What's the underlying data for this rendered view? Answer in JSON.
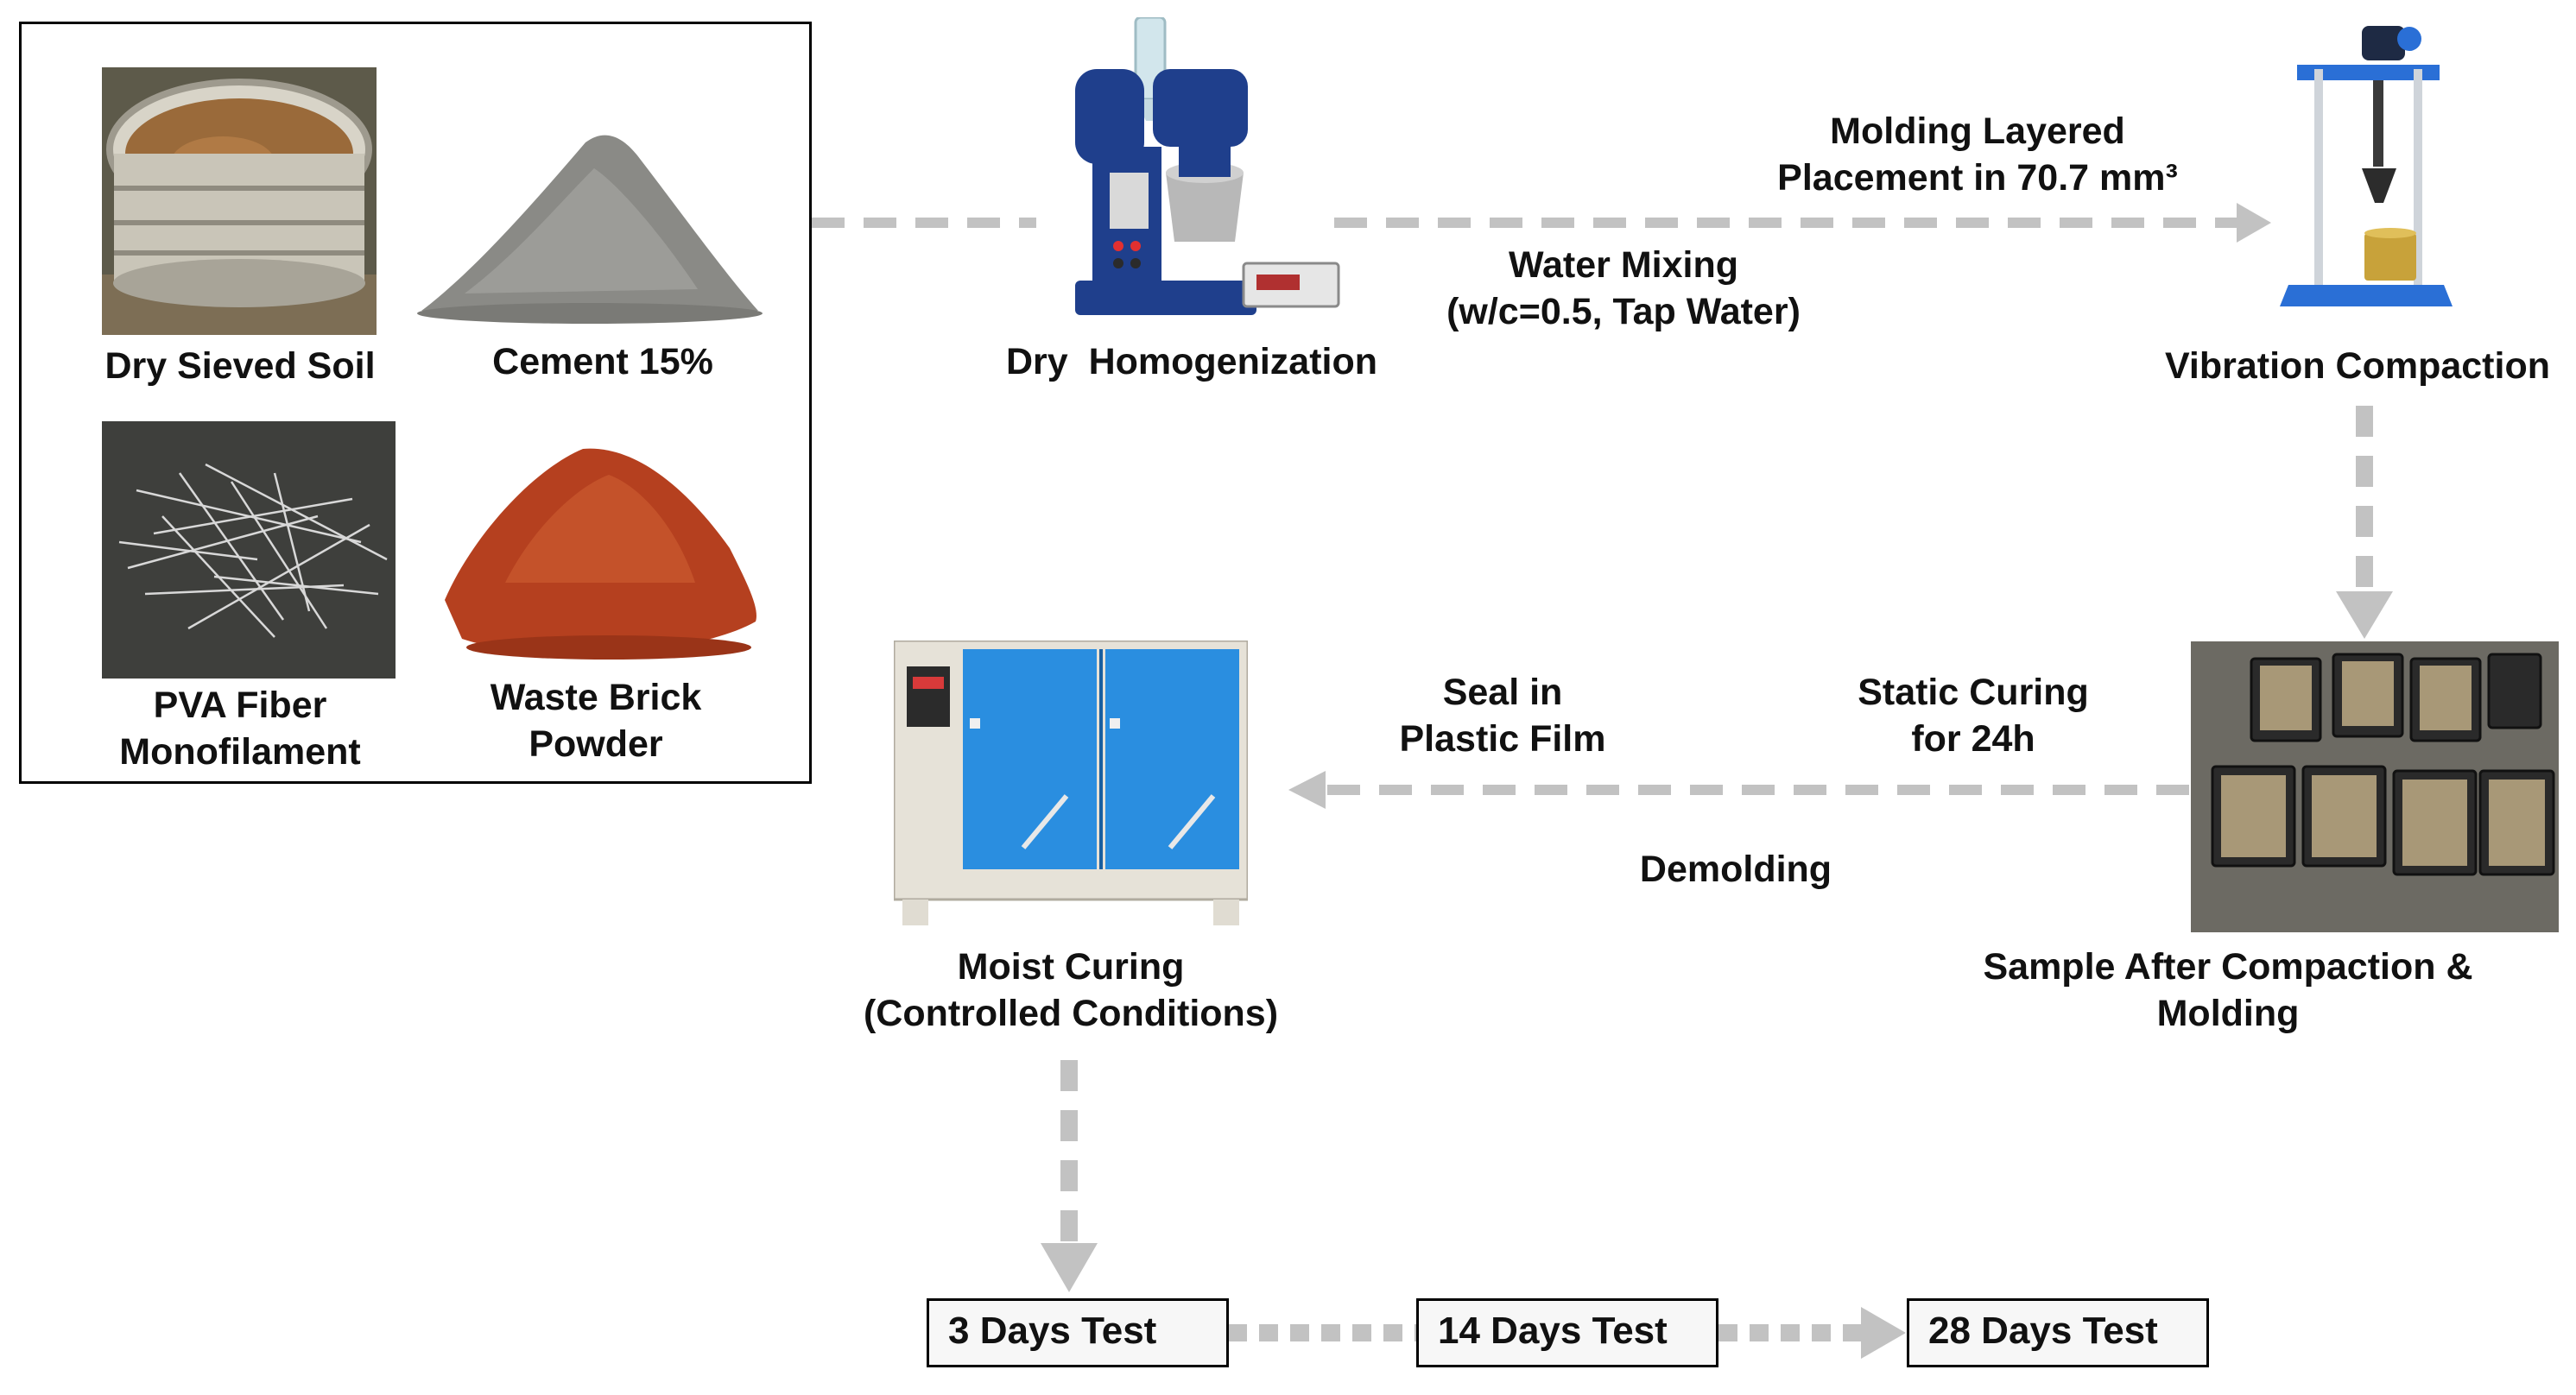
{
  "materials": {
    "dry_sieved_soil": "Dry Sieved Soil",
    "cement": "Cement 15%",
    "pva_fiber_line1": "PVA Fiber",
    "pva_fiber_line2": "Monofilament",
    "waste_brick_line1": "Waste Brick",
    "waste_brick_line2": "Powder"
  },
  "steps": {
    "dry_homogenization": "Dry  Homogenization",
    "water_mixing_line1": "Water Mixing",
    "water_mixing_line2": "(w/c=0.5, Tap Water)",
    "molding_line1": "Molding Layered",
    "molding_line2": "Placement in 70.7 mm³",
    "vibration_compaction": "Vibration Compaction",
    "sample_line1": "Sample After Compaction &",
    "sample_line2": "Molding",
    "static_curing_line1": "Static Curing",
    "static_curing_line2": "for 24h",
    "demolding": "Demolding",
    "seal_line1": "Seal in",
    "seal_line2": "Plastic Film",
    "moist_curing_line1": "Moist Curing",
    "moist_curing_line2": "(Controlled Conditions)"
  },
  "tests": [
    "3 Days Test",
    "14 Days Test",
    "28 Days Test"
  ],
  "colors": {
    "arrow": "#c2c2c2",
    "box_border": "#000000",
    "brick": "#b5401f",
    "cement": "#8a8a86",
    "cabinet_blue": "#2a8ee0",
    "machine_blue": "#1f3f8c"
  },
  "icons": {
    "soil": "sieve-with-soil-photo",
    "cement": "cement-pile-photo",
    "fiber": "pva-fiber-photo",
    "brick": "brick-powder-pile-photo",
    "mixer": "cement-mixer-machine",
    "compactor": "vibration-compactor-machine",
    "samples": "molded-samples-photo",
    "cabinet": "curing-cabinet"
  }
}
